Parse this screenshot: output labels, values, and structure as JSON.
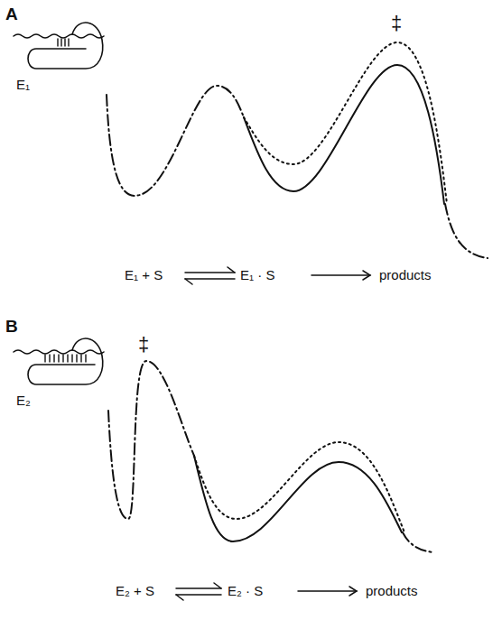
{
  "diagram": {
    "labels": [
      "A",
      "E₁",
      "‡",
      "E₁ + S",
      "E₁ · S",
      "products",
      "B",
      "E₂",
      "‡",
      "E₂ + S",
      "E₂ · S",
      "products"
    ]
  }
}
